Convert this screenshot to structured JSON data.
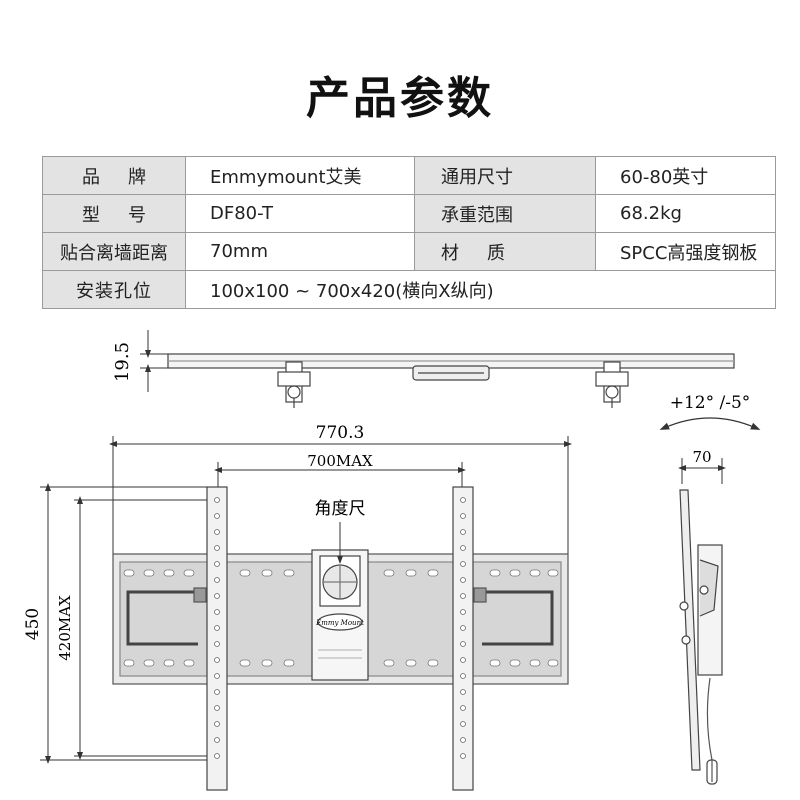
{
  "title": "产品参数",
  "specs": {
    "row1": {
      "label1": "品牌",
      "value1": "Emmymount艾美",
      "label2": "通用尺寸",
      "value2": "60-80英寸"
    },
    "row2": {
      "label1": "型号",
      "value1": "DF80-T",
      "label2": "承重范围",
      "value2": "68.2kg"
    },
    "row3": {
      "label1": "贴合离墙距离",
      "value1": "70mm",
      "label2": "材质",
      "value2": "SPCC高强度钢板"
    },
    "row4": {
      "label1": "安装孔位",
      "value1": "100x100 ~ 700x420(横向X纵向)"
    }
  },
  "drawing": {
    "dim_depth": "19.5",
    "dim_total_width": "770.3",
    "dim_vesa_width": "700MAX",
    "dim_height": "450",
    "dim_vesa_height": "420MAX",
    "dim_side_depth": "70",
    "tilt_range": "+12° /-5°",
    "angle_gauge_label": "角度尺",
    "brand_plate": "Emmy Mount"
  }
}
